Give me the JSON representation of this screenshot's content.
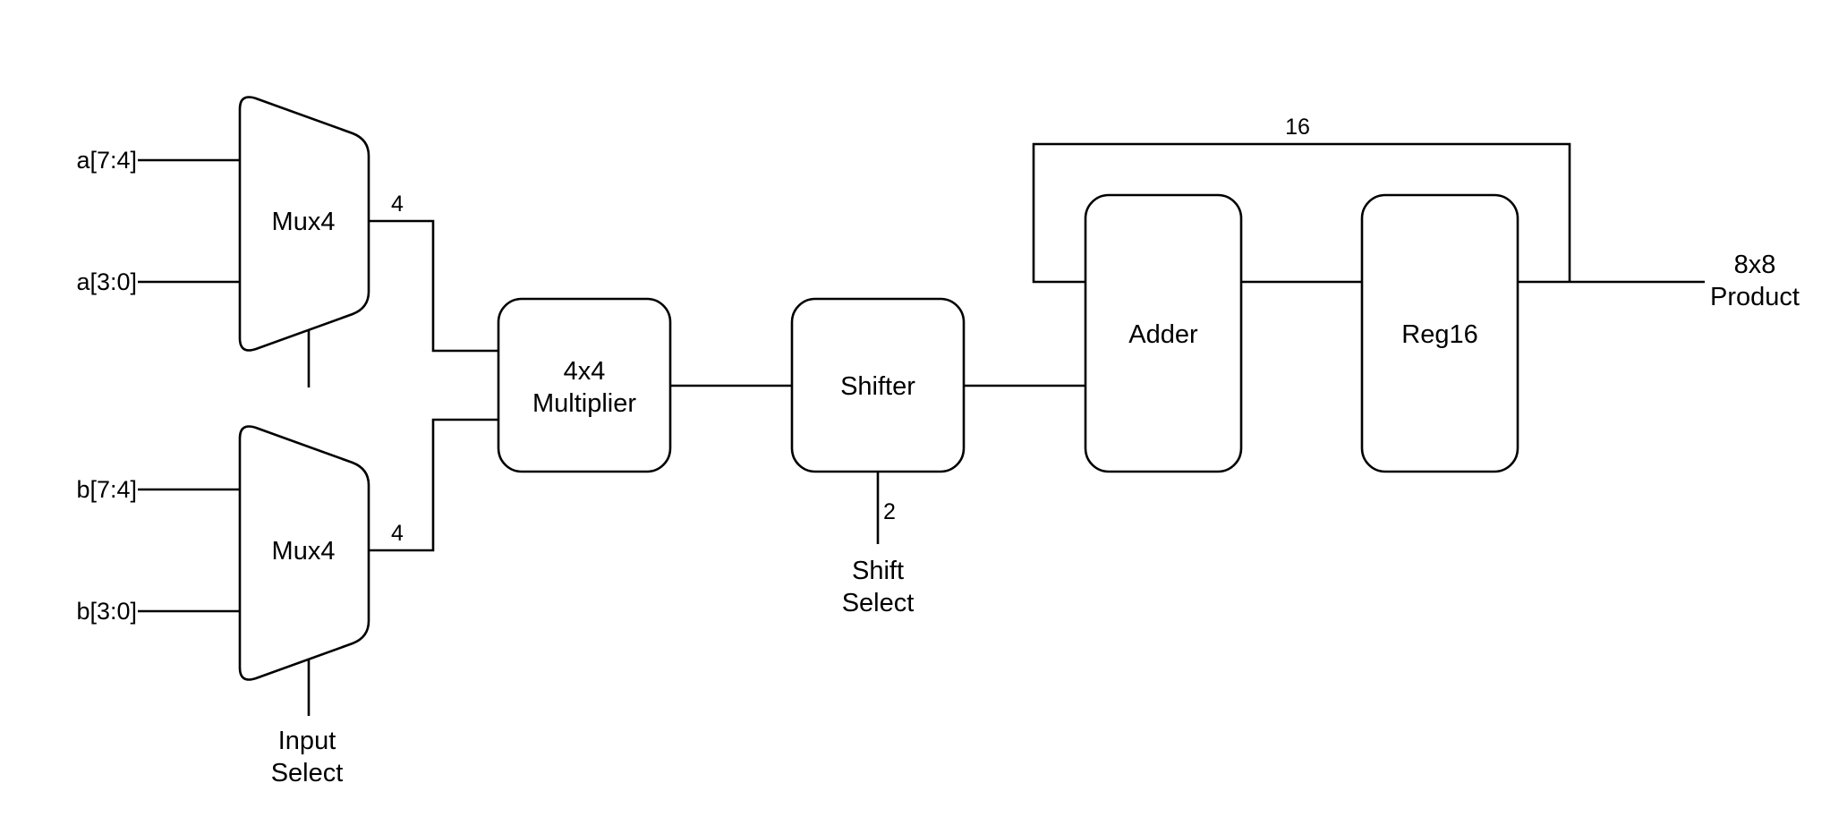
{
  "blocks": {
    "mux_a": "Mux4",
    "mux_b": "Mux4",
    "multiplier": [
      "4x4",
      "Multiplier"
    ],
    "shifter": "Shifter",
    "adder": "Adder",
    "register": "Reg16"
  },
  "inputs": {
    "a_high": "a[7:4]",
    "a_low": "a[3:0]",
    "b_high": "b[7:4]",
    "b_low": "b[3:0]",
    "input_select": [
      "Input",
      "Select"
    ],
    "shift_select": [
      "Shift",
      "Select"
    ]
  },
  "bus_widths": {
    "mux_a_out": "4",
    "mux_b_out": "4",
    "shift_select": "2",
    "feedback": "16"
  },
  "output": [
    "8x8",
    "Product"
  ]
}
